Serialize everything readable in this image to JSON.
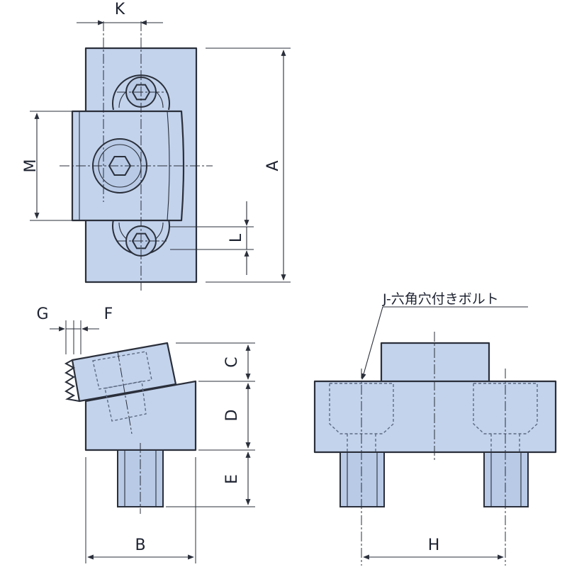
{
  "dimension_labels": {
    "A": "A",
    "B": "B",
    "C": "C",
    "D": "D",
    "E": "E",
    "F": "F",
    "G": "G",
    "H": "H",
    "K": "K",
    "L": "L",
    "M": "M"
  },
  "callout": "J-六角穴付きボルト",
  "colors": {
    "part_fill": "#c3d3ec",
    "outline": "#2a2f3a"
  }
}
